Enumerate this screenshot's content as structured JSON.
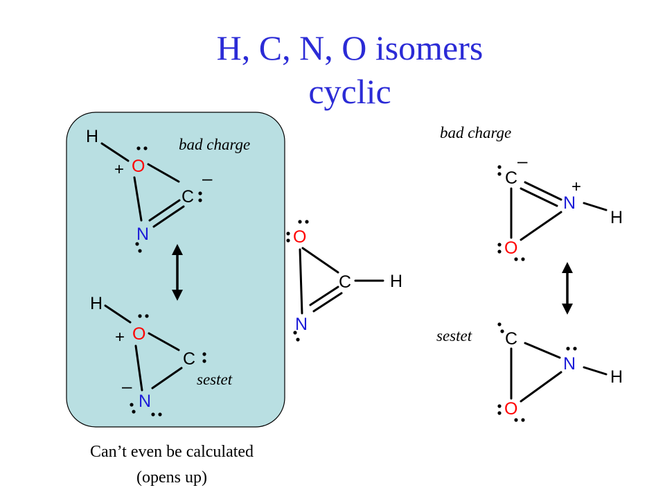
{
  "title": {
    "line1": "H, C, N, O  isomers",
    "line2": "cyclic"
  },
  "colors": {
    "title": "#2b2bd6",
    "oxygen": "#ff0000",
    "nitrogen": "#1c1cd8",
    "ink": "#000000",
    "box_fill": "#b9dfe2"
  },
  "atoms": {
    "H": "H",
    "C": "C",
    "N": "N",
    "O": "O"
  },
  "charges": {
    "plus": "+",
    "minus": "–"
  },
  "notes": {
    "bad_charge_left": "bad charge",
    "bad_charge_right": "bad charge",
    "sestet_left": "sestet",
    "sestet_right": "sestet"
  },
  "caption": {
    "line1": "Can’t even be calculated",
    "line2": "(opens up)"
  }
}
